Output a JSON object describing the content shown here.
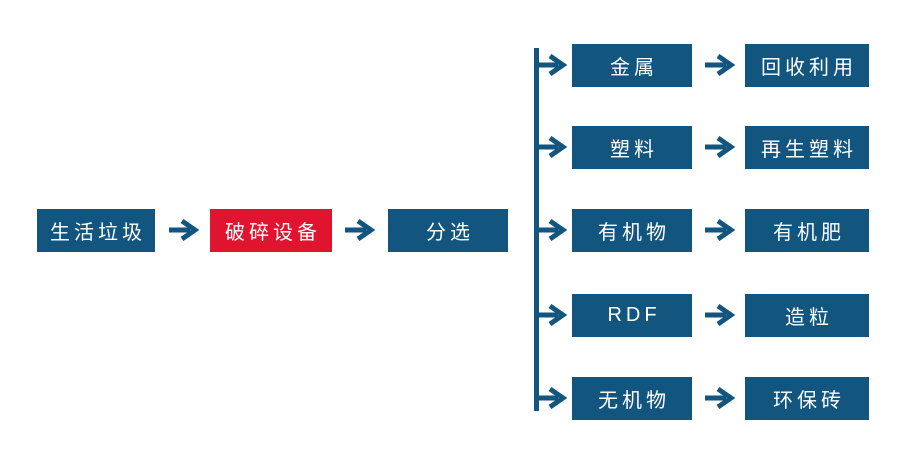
{
  "diagram": {
    "colors": {
      "primary_blue": "#12557F",
      "accent_red": "#E0142F",
      "text_white": "#FFFFFF",
      "background": "#FFFFFF"
    },
    "chain": [
      {
        "label": "生活垃圾",
        "style": "blue"
      },
      {
        "label": "破碎设备",
        "style": "red"
      },
      {
        "label": "分选",
        "style": "blue"
      }
    ],
    "branches": [
      {
        "source": "金属",
        "result": "回收利用"
      },
      {
        "source": "塑料",
        "result": "再生塑料"
      },
      {
        "source": "有机物",
        "result": "有机肥"
      },
      {
        "source": "RDF",
        "result": "造粒"
      },
      {
        "source": "无机物",
        "result": "环保砖"
      }
    ],
    "icons": {
      "arrow": "right-arrow"
    }
  }
}
